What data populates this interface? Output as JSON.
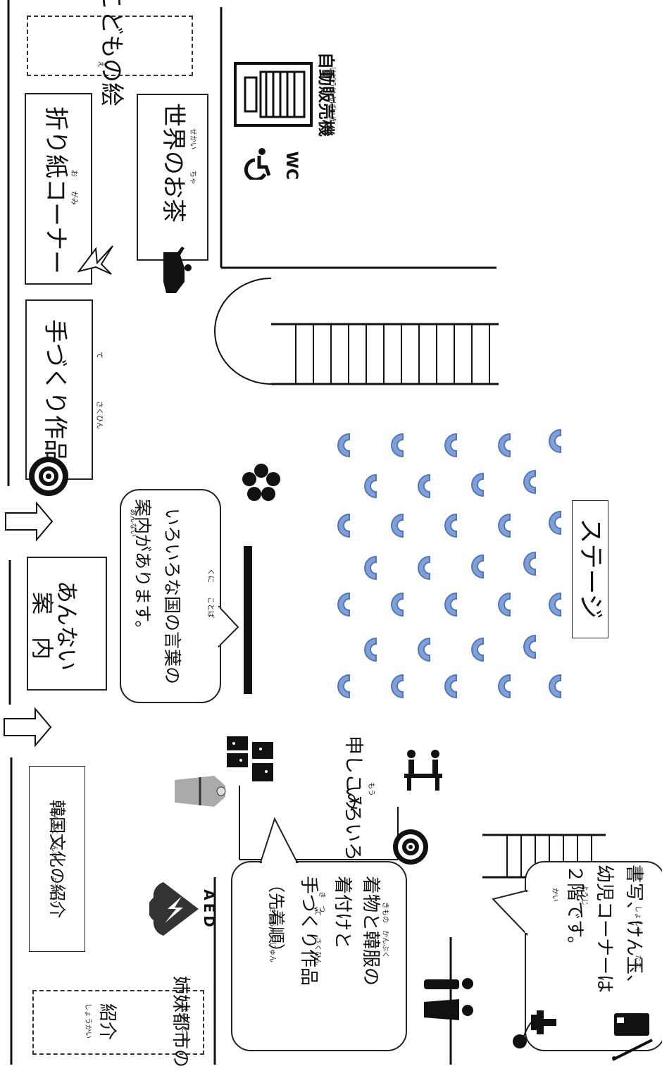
{
  "booths": {
    "kodomo_e": "こどもの絵",
    "kodomo_e_ruby": "え",
    "origami": "折り紙コーナー",
    "origami_ruby": "お　　がみ",
    "tezukuri": "手づくり作品",
    "tezukuri_ruby": "て　　　　　　さくひん",
    "sekai_ocha": "世界のお茶",
    "sekai_ocha_ruby": "せかい　　　ちゃ",
    "annai": "あんない",
    "annai_kanji": "案　内",
    "kankoku": "韓国文化の紹介",
    "kankoku_ruby": "かんこく ぶんか　 しょうかい",
    "shimai": "姉妹都市の",
    "shimai2": "紹介",
    "shimai_ruby": "しまい　と し",
    "shimai_ruby2": "しょうかい"
  },
  "labels": {
    "vending": "自動販売機",
    "vending_ruby": "じどうはんばいき",
    "wc": "WC",
    "stage": "ステージ",
    "aed": "AED",
    "moushikomi": "申しこみ",
    "moushikomi_ruby": "もう",
    "iroirona": "いろいろな"
  },
  "bubbles": {
    "kotoba_line1": "いろいろな国の言葉の",
    "kotoba_line2": "案内があります。",
    "kotoba_ruby1": "くに　　ことば",
    "kotoba_ruby2": "あんない",
    "kimono_line1": "着物と韓服の",
    "kimono_line2": "着付けと",
    "kimono_line3": "手づくり作品",
    "kimono_line4": "（先着順）",
    "kimono_ruby1": "きもの　かんぶく",
    "kimono_ruby2": "き　つ",
    "kimono_ruby3": "て　　　さくひん",
    "kimono_ruby4": "せんちゃくじゅん",
    "shosha_line1": "書写、けん玉、",
    "shosha_line2": "幼児コーナーは",
    "shosha_line3": "２階です。",
    "shosha_ruby1": "しょしゃ　　　たま",
    "shosha_ruby2": "ようじ",
    "shosha_ruby3": "かい"
  },
  "colors": {
    "seat": "#7f9fd8",
    "line": "#111111"
  }
}
